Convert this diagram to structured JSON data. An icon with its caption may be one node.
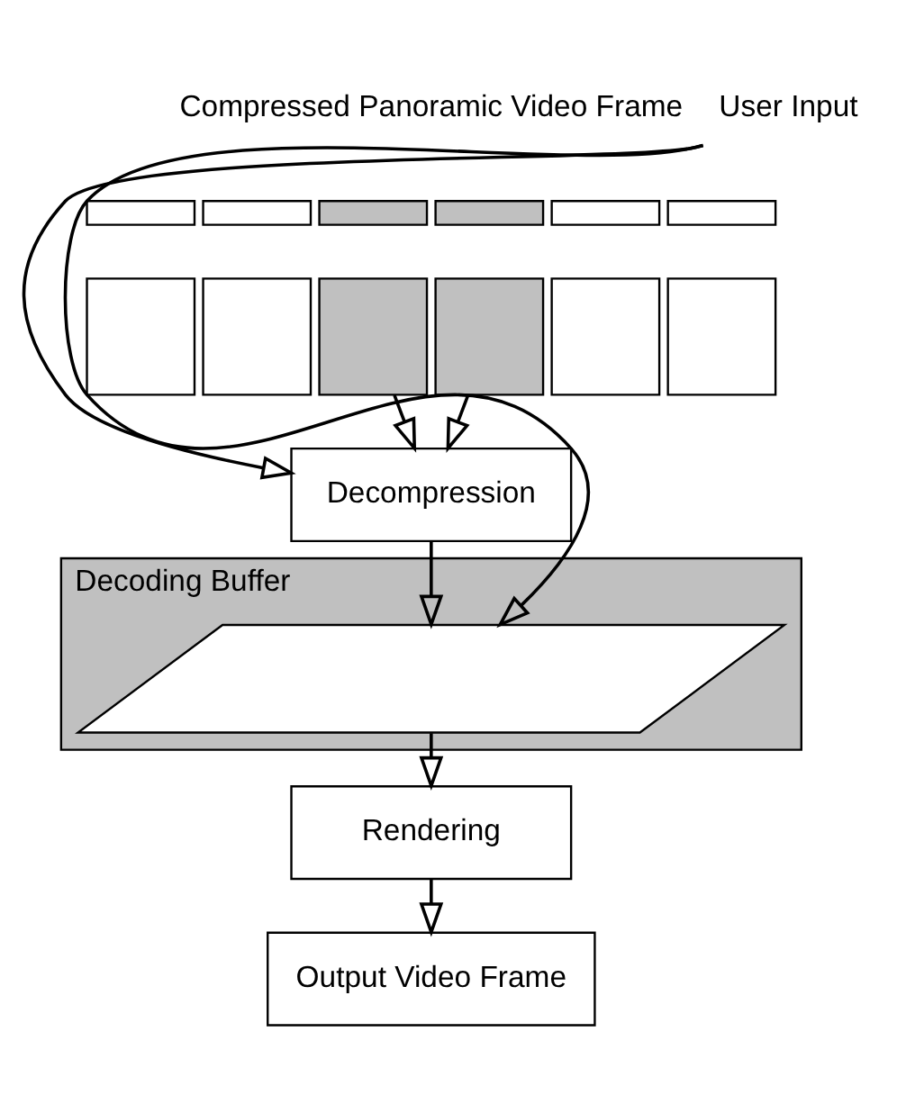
{
  "diagram": {
    "nodes": [
      {
        "text": [],
        "shape": "box"
      },
      {
        "text": [],
        "shape": "box"
      },
      {
        "text": [],
        "shape": "box"
      },
      {
        "text": [],
        "shape": "box"
      },
      {
        "text": [],
        "shape": "box"
      },
      {
        "text": [],
        "shape": "box"
      },
      {
        "text": [],
        "shape": "box"
      },
      {
        "text": [],
        "shape": "box"
      },
      {
        "text": [],
        "shape": "box"
      },
      {
        "text": [],
        "shape": "box"
      },
      {
        "text": [],
        "shape": "box"
      },
      {
        "text": [],
        "shape": "box"
      },
      {
        "text": [
          "Decompression"
        ]
      },
      {
        "text": [
          "Decoding Buffer"
        ]
      },
      {
        "text": [],
        "shape": "parallelogram",
        "in": 13
      },
      {
        "text": [
          "Rendering"
        ]
      },
      {
        "text": [
          "Output Video Frame"
        ]
      },
      {
        "text": [
          "User Input"
        ]
      }
    ],
    "edges": [
      {
        "from": 8,
        "to": 12,
        "arrow": "to"
      },
      {
        "from": 9,
        "to": 12,
        "arrow": "to"
      },
      {
        "from": 12,
        "to": 14,
        "arrow": "to"
      },
      {
        "from": 14,
        "to": 15,
        "arrow": "to"
      },
      {
        "from": 15,
        "to": 16,
        "arrow": "to"
      },
      {
        "from": 17,
        "to": 12,
        "arrow": "to"
      },
      {
        "from": 17,
        "to": 14,
        "arrow": "to"
      }
    ],
    "labels": [
      "Compressed Panoramic Video Frame"
    ]
  }
}
